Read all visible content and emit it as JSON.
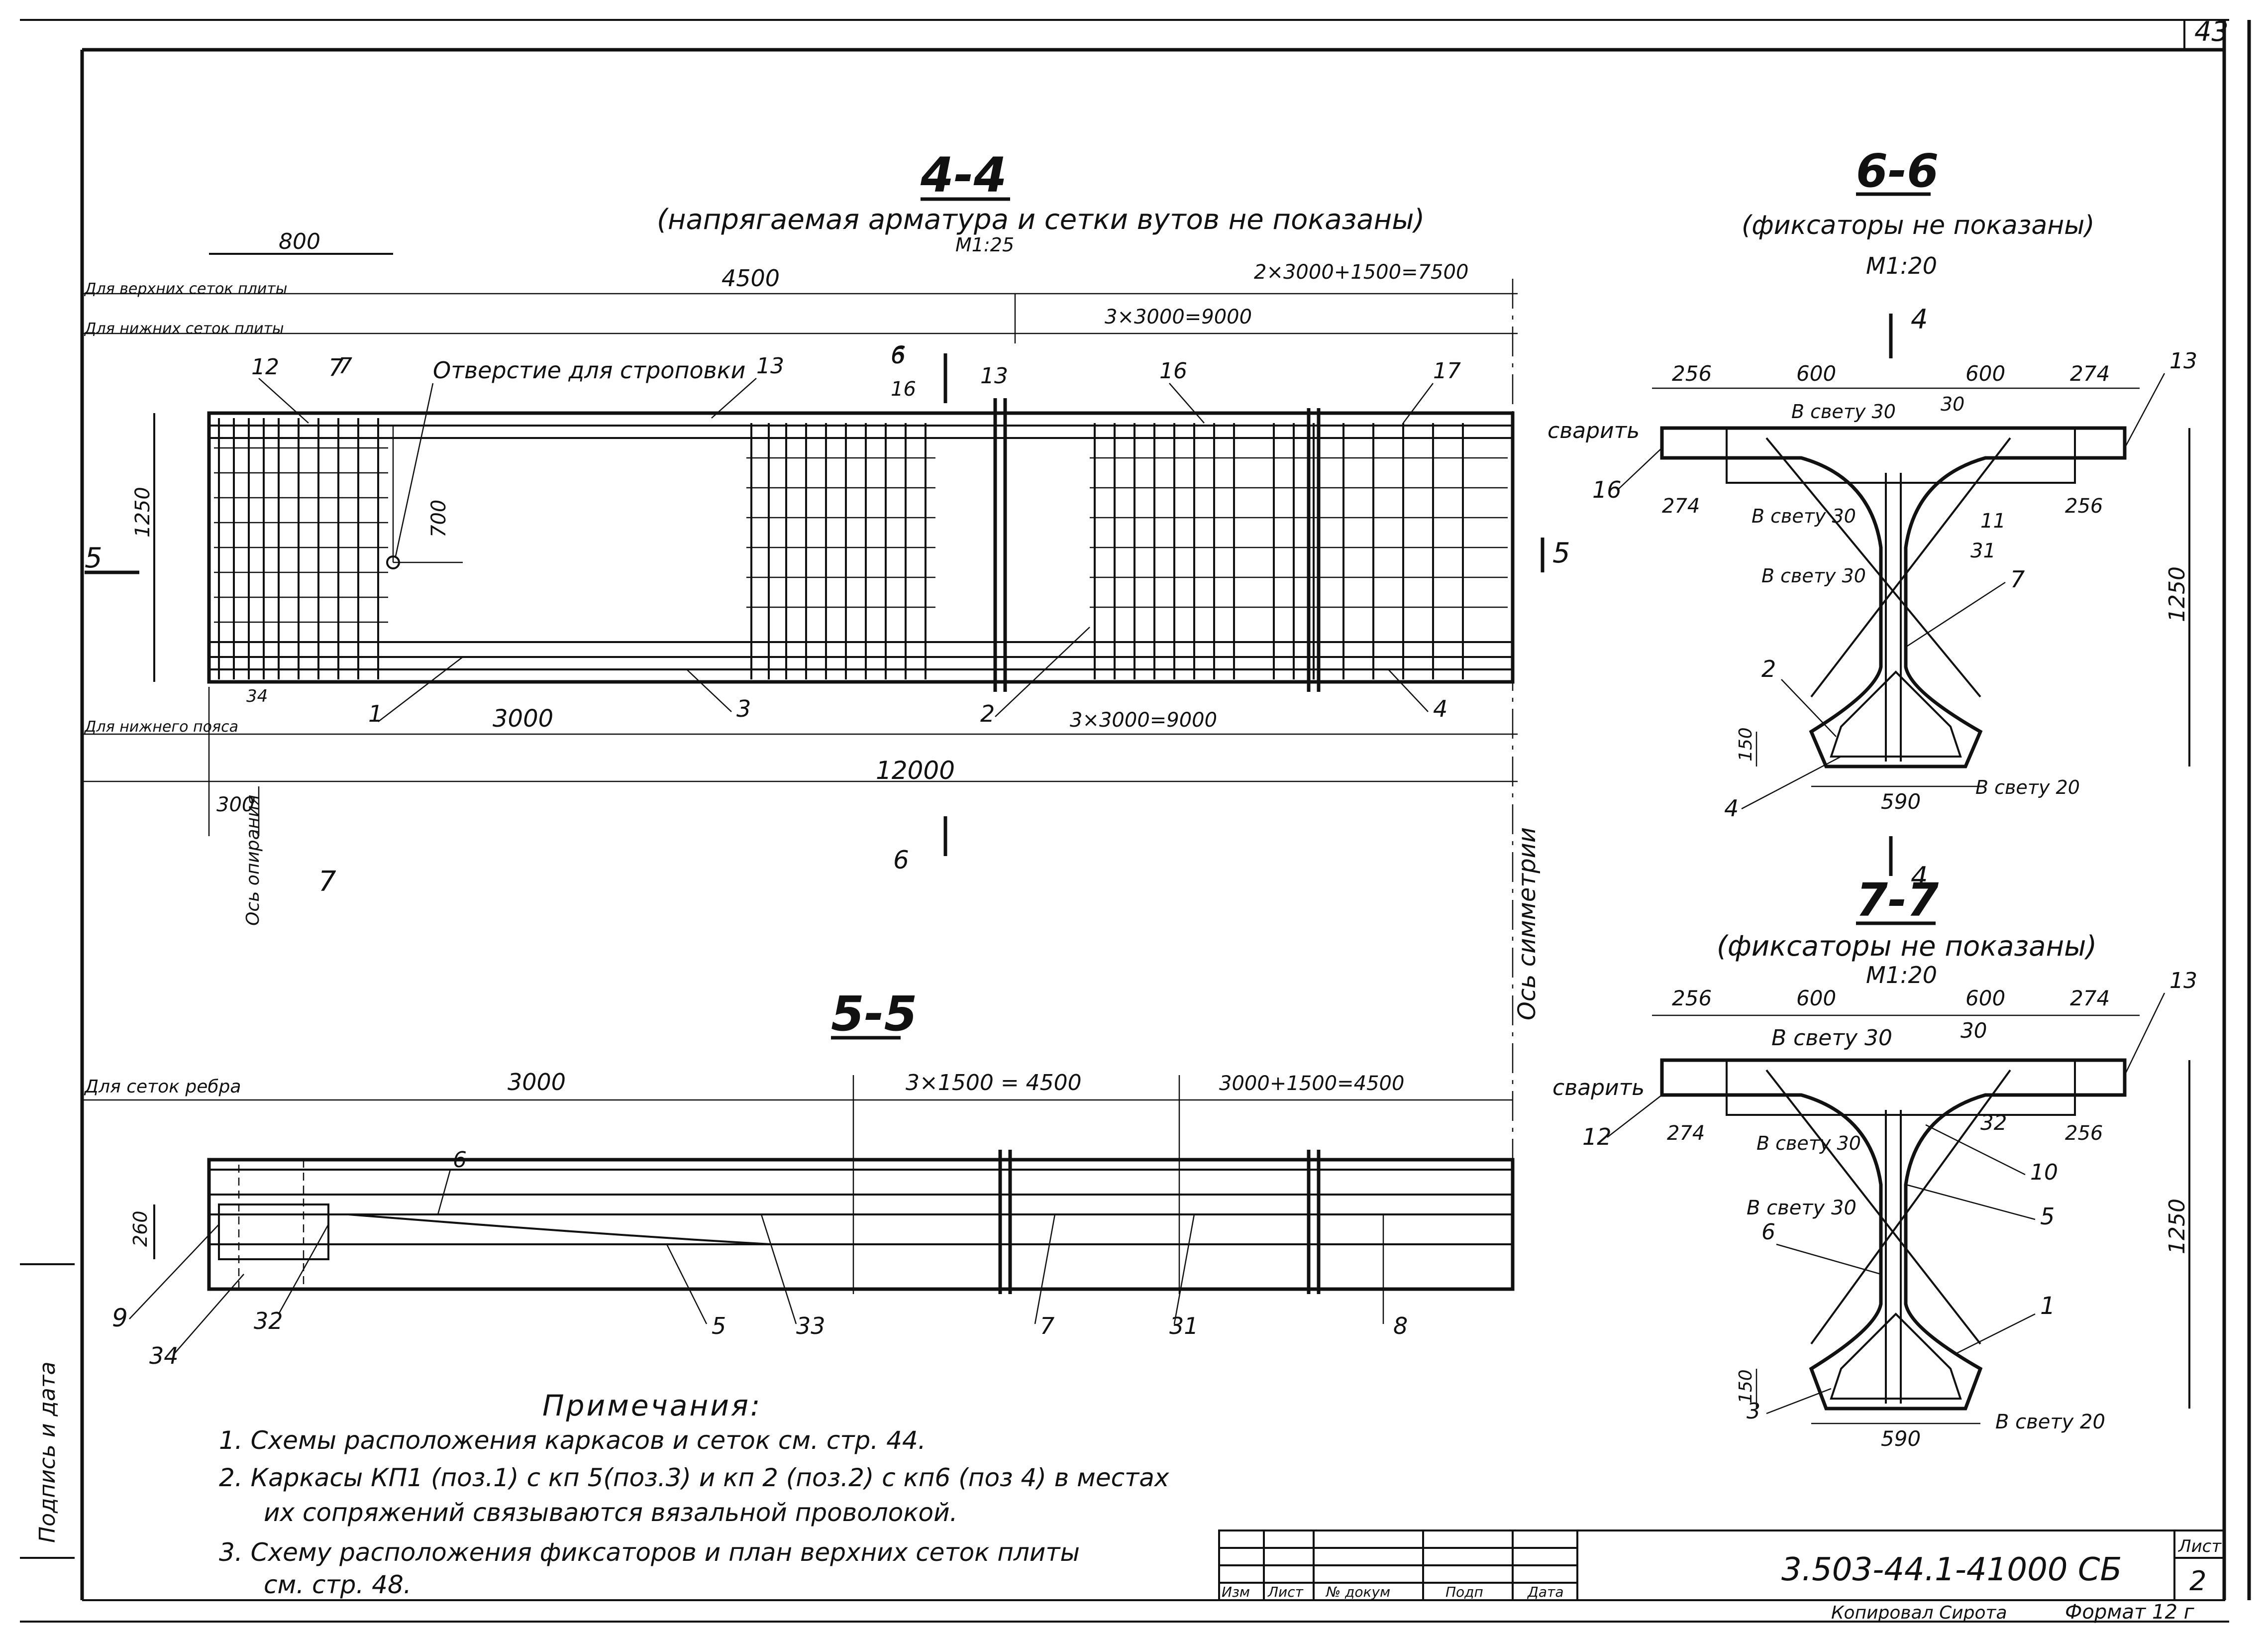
{
  "sheet": {
    "page_number": "43",
    "sheet_label": "Лист",
    "sheet_number": "2",
    "document_code": "3.503-44.1-41000 СБ",
    "copied_by": "Копировал Сирота",
    "format": "Формат 12 г",
    "side_stamp": "Подпись и дата"
  },
  "title_block": {
    "cols": [
      "Изм",
      "Лист",
      "№ докум",
      "Подп",
      "Дата"
    ]
  },
  "section_44": {
    "title": "4-4",
    "subtitle": "(напрягаемая арматура и сетки вутов не показаны)",
    "scale": "М1:25",
    "lbl_top_mesh": "Для верхних сеток плиты",
    "lbl_bottom_mesh": "Для нижних сеток плиты",
    "lbl_bottom_belt": "Для нижнего пояса",
    "hole_label": "Отверстие для строповки",
    "dims": {
      "d800": "800",
      "d4500": "4500",
      "d7500": "2×3000+1500=7500",
      "d9000a": "3×3000=9000",
      "d700": "700",
      "d1250": "1250",
      "d3000": "3000",
      "d9000b": "3×3000=9000",
      "d12000": "12000",
      "d300": "300",
      "d34": "34"
    },
    "support_axis": "Ось опирания",
    "symmetry_axis": "Ось симметрии",
    "cuts": {
      "c5": "5",
      "c6": "6",
      "c7": "7"
    },
    "callouts": [
      "12",
      "7",
      "13",
      "6",
      "16",
      "13",
      "16",
      "17",
      "1",
      "3",
      "2",
      "4"
    ]
  },
  "section_55": {
    "title": "5-5",
    "lbl_rib_mesh": "Для сеток ребра",
    "dims": {
      "d3000": "3000",
      "d4500a": "3×1500 = 4500",
      "d4500b": "3000+1500=4500",
      "d260": "260"
    },
    "callouts": [
      "6",
      "9",
      "34",
      "32",
      "5",
      "33",
      "7",
      "31",
      "8"
    ]
  },
  "section_66": {
    "title": "6-6",
    "subtitle": "(фиксаторы не показаны)",
    "scale": "М1:20",
    "weld": "сварить",
    "dims": {
      "a": "256",
      "b": "600",
      "c": "600",
      "d": "274",
      "e": "274",
      "f": "256",
      "g": "1250",
      "h": "150",
      "w": "590"
    },
    "clear": {
      "c1": "В свету 30",
      "c2": "В свету 30",
      "c3": "В свету 30",
      "c4": "В свету 20"
    },
    "callouts": [
      "13",
      "30",
      "16",
      "11",
      "31",
      "7",
      "2",
      "4"
    ],
    "cut": "4"
  },
  "section_77": {
    "title": "7-7",
    "subtitle": "(фиксаторы не показаны)",
    "scale": "М1:20",
    "weld": "сварить",
    "dims": {
      "a": "256",
      "b": "600",
      "c": "600",
      "d": "274",
      "e": "274",
      "f": "256",
      "g": "1250",
      "h": "150",
      "w": "590"
    },
    "clear": {
      "c1": "В свету 30",
      "c2": "В свету 30",
      "c3": "В свету 30",
      "c4": "В свету 20"
    },
    "callouts": [
      "13",
      "30",
      "12",
      "32",
      "10",
      "5",
      "6",
      "1",
      "3"
    ]
  },
  "notes": {
    "heading": "Примечания:",
    "items": [
      "1. Схемы расположения каркасов и сеток см. стр. 44.",
      "2. Каркасы КП1 (поз.1) с кп 5(поз.3) и кп 2 (поз.2) с кп6 (поз 4) в местах",
      "их сопряжений связываются вязальной проволокой.",
      "3. Схему расположения фиксаторов и план верхних сеток плиты",
      "см. стр. 48."
    ]
  }
}
